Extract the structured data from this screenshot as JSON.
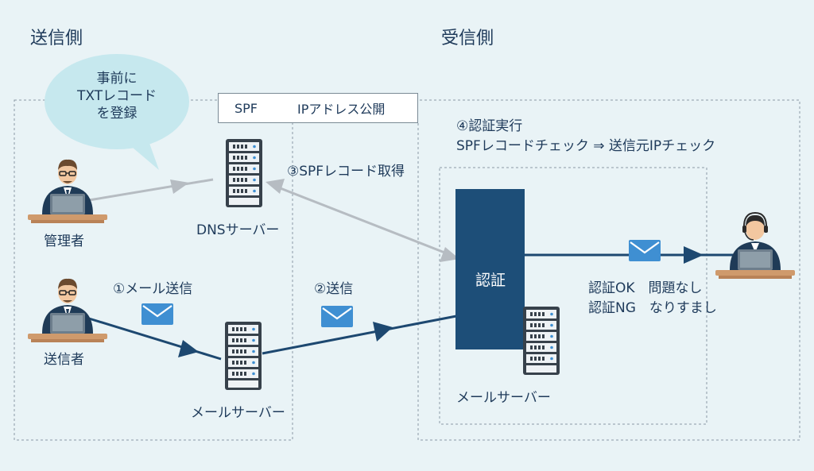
{
  "sections": {
    "sender_side": "送信側",
    "receiver_side": "受信側"
  },
  "bubble": {
    "lines": [
      "事前に",
      "TXTレコード",
      "を登録"
    ]
  },
  "spf_box": {
    "left": "SPF",
    "right": "IPアドレス公開"
  },
  "people": {
    "admin": "管理者",
    "sender": "送信者"
  },
  "servers": {
    "dns": "DNSサーバー",
    "sender_mail": "メールサーバー",
    "receiver_mail": "メールサーバー"
  },
  "steps": {
    "step1": "①メール送信",
    "step2": "②送信",
    "step3": "③SPFレコード取得",
    "step4_title": "④認証実行",
    "step4_detail": "SPFレコードチェック ⇒ 送信元IPチェック"
  },
  "auth": {
    "label": "認証"
  },
  "results": {
    "ok": "認証OK　問題なし",
    "ng": "認証NG　なりすまし"
  },
  "colors": {
    "background": "#e9f3f6",
    "navy": "#1d4e78",
    "arrow_navy": "#1d4870",
    "arrow_gray": "#b6bcc2",
    "bubble": "#c6e8ee",
    "envelope": "#3f8fd2",
    "desk": "#cf9a6c",
    "dashed": "#8a9aa5"
  },
  "icons": [
    "person-icon",
    "headset-person-icon",
    "server-icon",
    "envelope-icon",
    "speech-bubble-icon",
    "arrow-icon"
  ]
}
